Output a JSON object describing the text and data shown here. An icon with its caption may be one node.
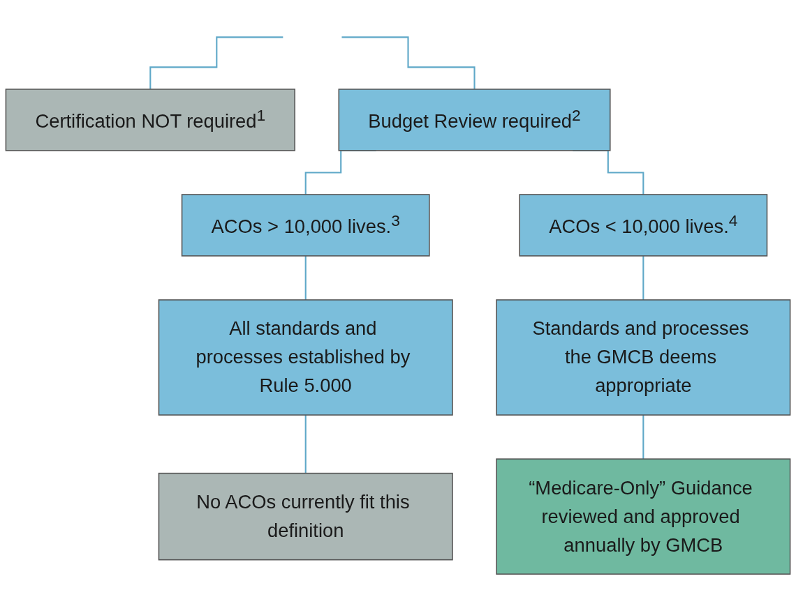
{
  "diagram": {
    "nodes": [
      {
        "text": [
          "Certification NOT required$^{1}$"
        ]
      },
      {
        "text": [
          "Budget Review required$^{2}$"
        ]
      },
      {
        "text": [
          "ACOs > 10,000 lives.$^{3}$"
        ]
      },
      {
        "text": [
          "ACOs < 10,000 lives.$^{4}$"
        ]
      },
      {
        "text": [
          "All standards and processes established by Rule 5.000"
        ]
      },
      {
        "text": [
          "Standards and processes the GMCB deems appropriate"
        ]
      },
      {
        "text": [
          "No ACOs currently fit this definition"
        ]
      },
      {
        "text": [
          "“Medicare-Only” Guidance reviewed and approved annually by GMCB"
        ]
      }
    ],
    "edges": [
      {
        "from": null,
        "to": 0,
        "arrow": "none"
      },
      {
        "from": null,
        "to": 1,
        "arrow": "none"
      },
      {
        "from": 1,
        "to": 2,
        "arrow": "none"
      },
      {
        "from": 1,
        "to": 3,
        "arrow": "none"
      },
      {
        "from": 2,
        "to": 4,
        "arrow": "none"
      },
      {
        "from": 3,
        "to": 5,
        "arrow": "none"
      },
      {
        "from": 4,
        "to": 6,
        "arrow": "none"
      },
      {
        "from": 5,
        "to": 7,
        "arrow": "none"
      }
    ]
  }
}
